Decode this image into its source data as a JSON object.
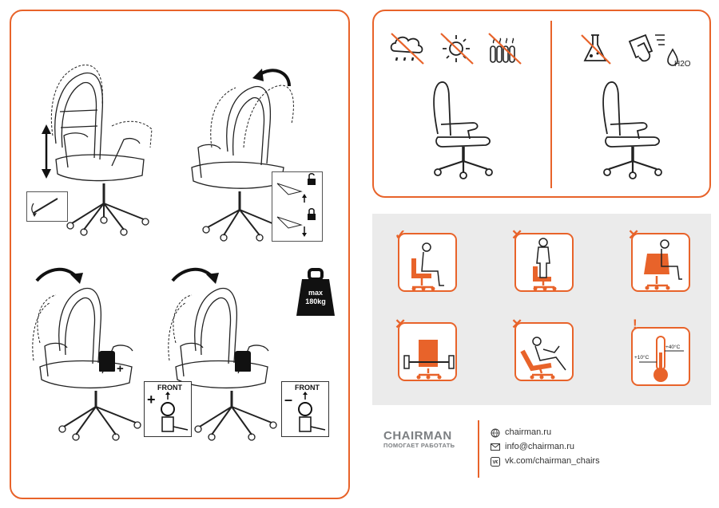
{
  "assembly": {
    "weight_limit": {
      "line1": "max",
      "line2": "180kg"
    },
    "front_label_plus": "FRONT",
    "front_label_minus": "FRONT",
    "plus_sign": "+",
    "minus_sign": "–",
    "mini_plus": "+"
  },
  "care": {
    "left_icons": [
      "rain-icon",
      "sun-icon",
      "radiator-icon"
    ],
    "right_icons": [
      "chemicals-icon",
      "cloth-wipe-icon",
      "water-icon"
    ],
    "water_label": "H2O"
  },
  "usage": {
    "marks": [
      "✓",
      "✕",
      "✕",
      "✕",
      "✕",
      "!"
    ],
    "temp_low": "+10°C",
    "temp_high": "+40°C"
  },
  "brand": {
    "name": "CHAIRMAN",
    "slogan": "ПОМОГАЕТ РАБОТАТЬ"
  },
  "contacts": {
    "site": "chairman.ru",
    "email": "info@chairman.ru",
    "vk": "vk.com/chairman_chairs"
  },
  "colors": {
    "accent": "#e8632a",
    "grey_bg": "#ebebeb",
    "brand_grey": "#7c7f82"
  }
}
